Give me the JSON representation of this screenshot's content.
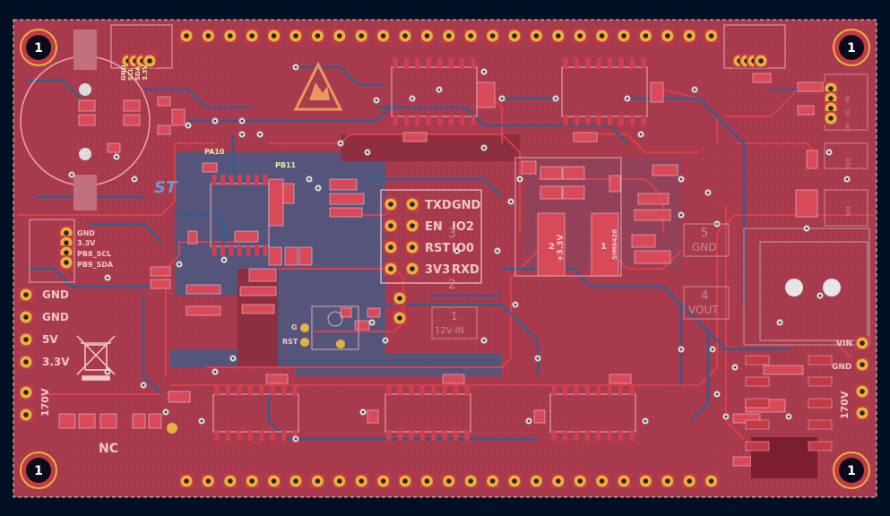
{
  "board": {
    "colors": {
      "background": "#001023",
      "copper_fill": "#a83a4e",
      "copper_dark": "#8e2e41",
      "trace_red": "#d8414a",
      "trace_blue": "#2c5f8f",
      "silk": "#f2c7c7",
      "silk_yellow": "#f1e7a8",
      "pad": "#e4b441",
      "outline": "#d7d7d7"
    },
    "mount_hole_label": "1",
    "labels": {
      "vcc_header": [
        "GND",
        "SCL",
        "SDA",
        "3.3V"
      ],
      "i2c_header": [
        "GND",
        "3.3V",
        "PB8_SCL",
        "PB9_SDA"
      ],
      "power_left": [
        "GND",
        "GND",
        "5V",
        "3.3V"
      ],
      "v170_left": "170V",
      "nc": "NC",
      "pa10": "PA10",
      "pb11": "PB11",
      "uart": [
        "TXD",
        "GND",
        "EN",
        "IO2",
        "RST",
        "IO0",
        "3V3",
        "RXD"
      ],
      "module_numbers": [
        "3",
        "2"
      ],
      "in12v_number": "1",
      "in12v_label": "12V-IN",
      "reg_pin2": "2",
      "reg_pin2_label": "+3.3V",
      "reg_pin1": "1",
      "reg_pin1_label": "SIM6426",
      "pin5_number": "5",
      "pin5_label": "GND",
      "pin4_number": "4",
      "pin4_label": "VOUT",
      "gnd_small": "G",
      "rst_small": "RST",
      "vin": "VIN",
      "gnd_right": "GND",
      "v170_right": "170V",
      "right_top_cells": [
        "NI",
        "DI",
        "VC"
      ],
      "right_mid": [
        "DSI",
        "WS"
      ]
    }
  }
}
